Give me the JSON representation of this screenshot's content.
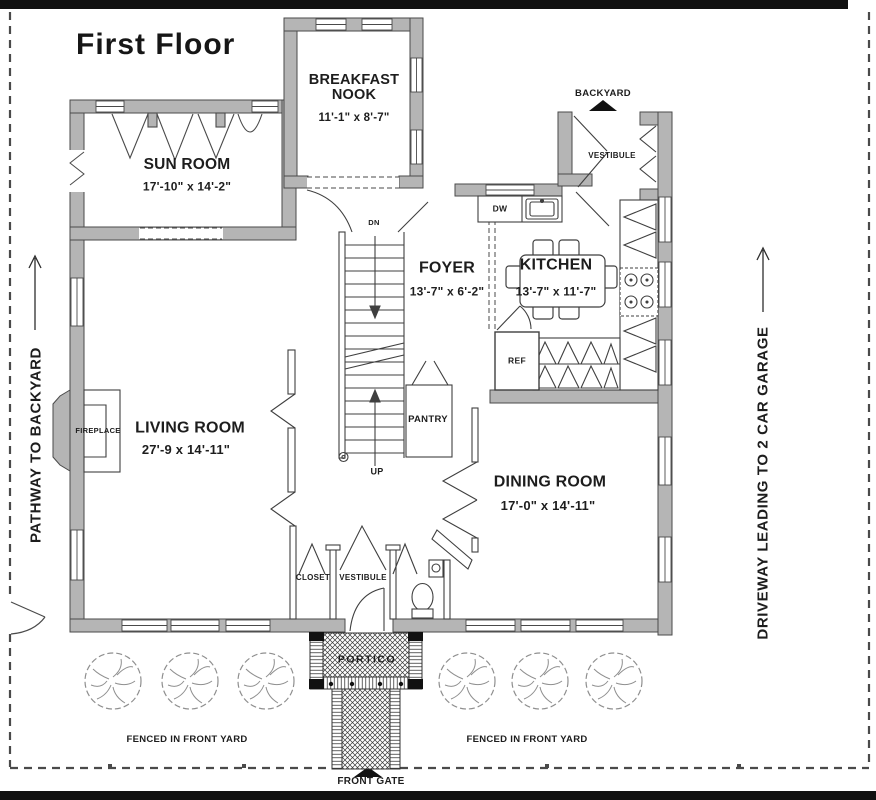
{
  "title": "First Floor",
  "rooms": {
    "sun_room": {
      "name": "SUN ROOM",
      "dims": "17'-10\" x 14'-2\""
    },
    "breakfast_nook": {
      "name": "BREAKFAST\nNOOK",
      "dims": "11'-1\" x 8'-7\""
    },
    "foyer": {
      "name": "FOYER",
      "dims": "13'-7\" x 6'-2\""
    },
    "kitchen": {
      "name": "KITCHEN",
      "dims": "13'-7\" x 11'-7\""
    },
    "living_room": {
      "name": "LIVING ROOM",
      "dims": "27'-9 x 14'-11\""
    },
    "dining_room": {
      "name": "DINING ROOM",
      "dims": "17'-0\" x 14'-11\""
    }
  },
  "features": {
    "vestibule_top": "VESTIBULE",
    "vestibule_bottom": "VESTIBULE",
    "closet": "CLOSET",
    "pantry": "PANTRY",
    "fireplace": "FIREPLACE",
    "dishwasher": "DW",
    "refrigerator": "REF",
    "stairs_up": "UP",
    "stairs_down": "DN",
    "portico": "PORTICO"
  },
  "site": {
    "backyard": "BACKYARD",
    "front_gate": "FRONT GATE",
    "fenced_front_yard_left": "FENCED IN FRONT YARD",
    "fenced_front_yard_right": "FENCED IN FRONT YARD",
    "pathway": "PATHWAY TO BACKYARD",
    "driveway": "DRIVEWAY LEADING TO 2 CAR GARAGE"
  },
  "colors": {
    "wall_fill": "#b5b5b5",
    "line": "#4a4a4a",
    "border": "#111111",
    "background": "#ffffff"
  }
}
